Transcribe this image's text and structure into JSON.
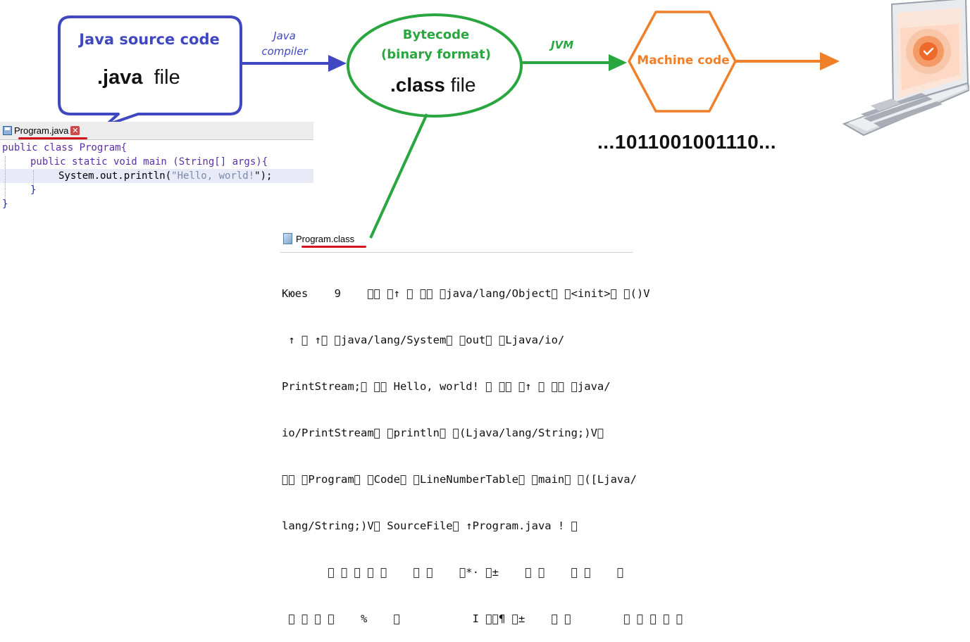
{
  "source_box": {
    "title": "Java source code",
    "ext_bold": ".java",
    "ext_rest": "file"
  },
  "compiler": {
    "line1": "Java",
    "line2": "compiler"
  },
  "bytecode": {
    "line1": "Bytecode",
    "line2": "(binary format)",
    "ext_bold": ".class",
    "ext_rest": "file"
  },
  "jvm_label": "JVM",
  "machine_code_label": "Machine code",
  "binary_text": "...1011001001110...",
  "colors": {
    "java_blue": "#3f48c0",
    "bytecode_green": "#2aa640",
    "machine_orange": "#f07f2a",
    "underline_red": "#d4141c"
  },
  "java_editor": {
    "tab_label": "Program.java",
    "close_glyph": "✕",
    "code": [
      [
        "public class Program{"
      ],
      [
        "public static void main (String[] args){"
      ],
      [
        "System.out.println(",
        "\"Hello, world!",
        "\");"
      ],
      [
        "}"
      ],
      [
        "}"
      ]
    ]
  },
  "class_viewer": {
    "tab_label": "Program.class",
    "lines": [
      "Кюеs    9    \u0000\u0000 \u0000↑ \u0000 \u0000\u0000 \u0000java/lang/Object\u0000 \u0000<init>\u0000 \u0000()V",
      " ↑ \u0000 ↑\u0000 \u0000java/lang/System\u0000 \u0000out\u0000 \u0000Ljava/io/",
      "PrintStream;\u0000 \u0000\u0000 Hello, world! \u0000 \u0000\u0000 \u0000↑ \u0000 \u0000\u0000 \u0000java/",
      "io/PrintStream\u0000 \u0000println\u0000 \u0000(Ljava/lang/String;)V\u0000",
      "\u0000\u0000 \u0000Program\u0000 \u0000Code\u0000 \u0000LineNumberTable\u0000 \u0000main\u0000 \u0000([Ljava/",
      "lang/String;)V\u0000 SourceFile\u0000 ↑Program.java ! \u0000",
      "       \u0000 \u0000 \u0000 \u0000 \u0000    \u0000 \u0000    \u0000*· \u0000±    \u0000 \u0000    \u0000 \u0000    \u0000",
      " \u0000 \u0000 \u0000 \u0000    %    \u0000           I \u0000\u0000¶ \u0000±    \u0000 \u0000        \u0000 \u0000 \u0000 \u0000 \u0000"
    ]
  },
  "icons": {
    "java_tab": "save-disk-icon",
    "class_tab": "document-icon",
    "device": "laptop-icon"
  }
}
